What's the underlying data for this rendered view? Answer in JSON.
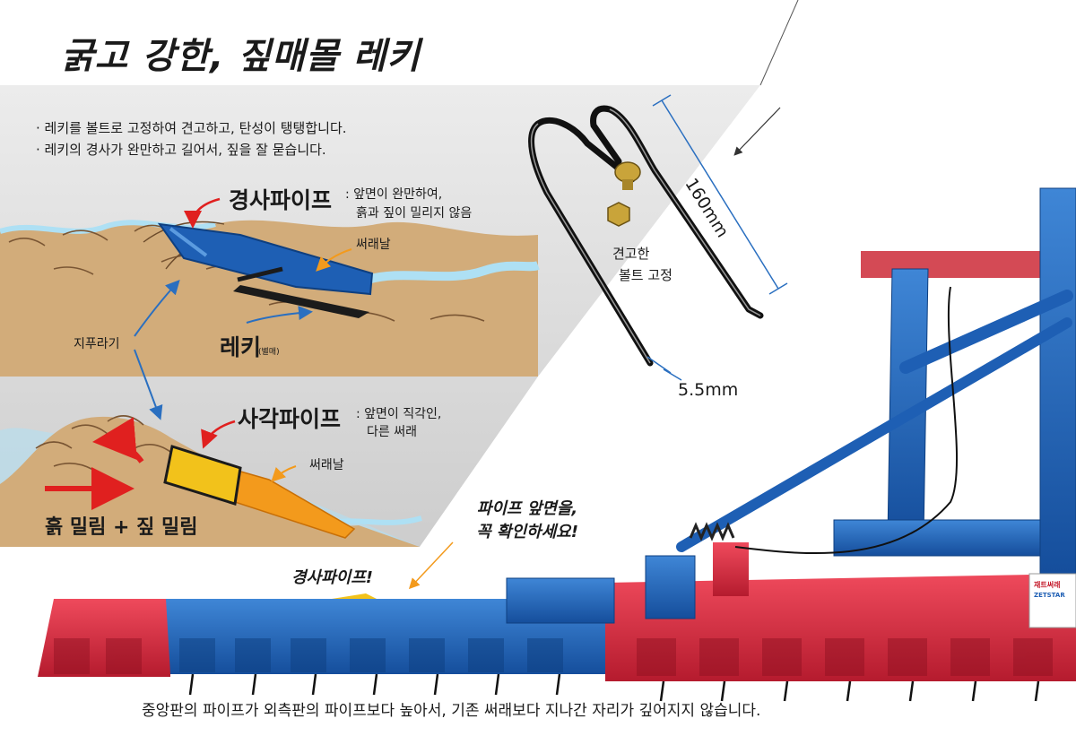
{
  "headline": "굵고 강한, 짚매몰 레키",
  "bullets": [
    "· 레키를 볼트로 고정하여 견고하고, 탄성이 탱탱합니다.",
    "· 레키의 경사가 완만하고 길어서, 짚을 잘 묻습니다."
  ],
  "top_panel": {
    "pipe_label": "경사파이프",
    "pipe_note_line1": ": 앞면이 완만하여,",
    "pipe_note_line2": "흙과 짚이 밀리지 않음",
    "blade_label": "써래날",
    "tine_label": "레키",
    "tine_sub": "(별매)",
    "float_label": "지푸라기"
  },
  "bottom_panel": {
    "pipe_label": "사각파이프",
    "pipe_note_line1": ": 앞면이 직각인,",
    "pipe_note_line2": "다른 써래",
    "blade_label": "써래날",
    "push_label": "흙 밀림 + 짚 밀림"
  },
  "tine_detail": {
    "length": "160",
    "length_unit": "mm",
    "thickness": "5.5",
    "thickness_unit": "mm",
    "bolt_label_line1": "견고한",
    "bolt_label_line2": "볼트 고정"
  },
  "machine": {
    "check_line1": "파이프 앞면을,",
    "check_line2": "꼭 확인하세요!",
    "pipe_callout": "경사파이프!",
    "brand_line1": "재트써래",
    "brand_line2": "ZETSTAR"
  },
  "caption": "중앙판의 파이프가 외측판의 파이프보다 높아서, 기존 써래보다 지나간 자리가 깊어지지 않습니다.",
  "colors": {
    "soil": "#d2ac7a",
    "water": "#aee0f4",
    "panel_gray": "#d9d9d9",
    "machine_blue": "#1e5fb4",
    "machine_red": "#d8283c",
    "pipe_yellow": "#f2c21b",
    "blade_orange": "#f39a1c",
    "arrow_red": "#e0201f",
    "arrow_blue": "#2a6fc0"
  }
}
